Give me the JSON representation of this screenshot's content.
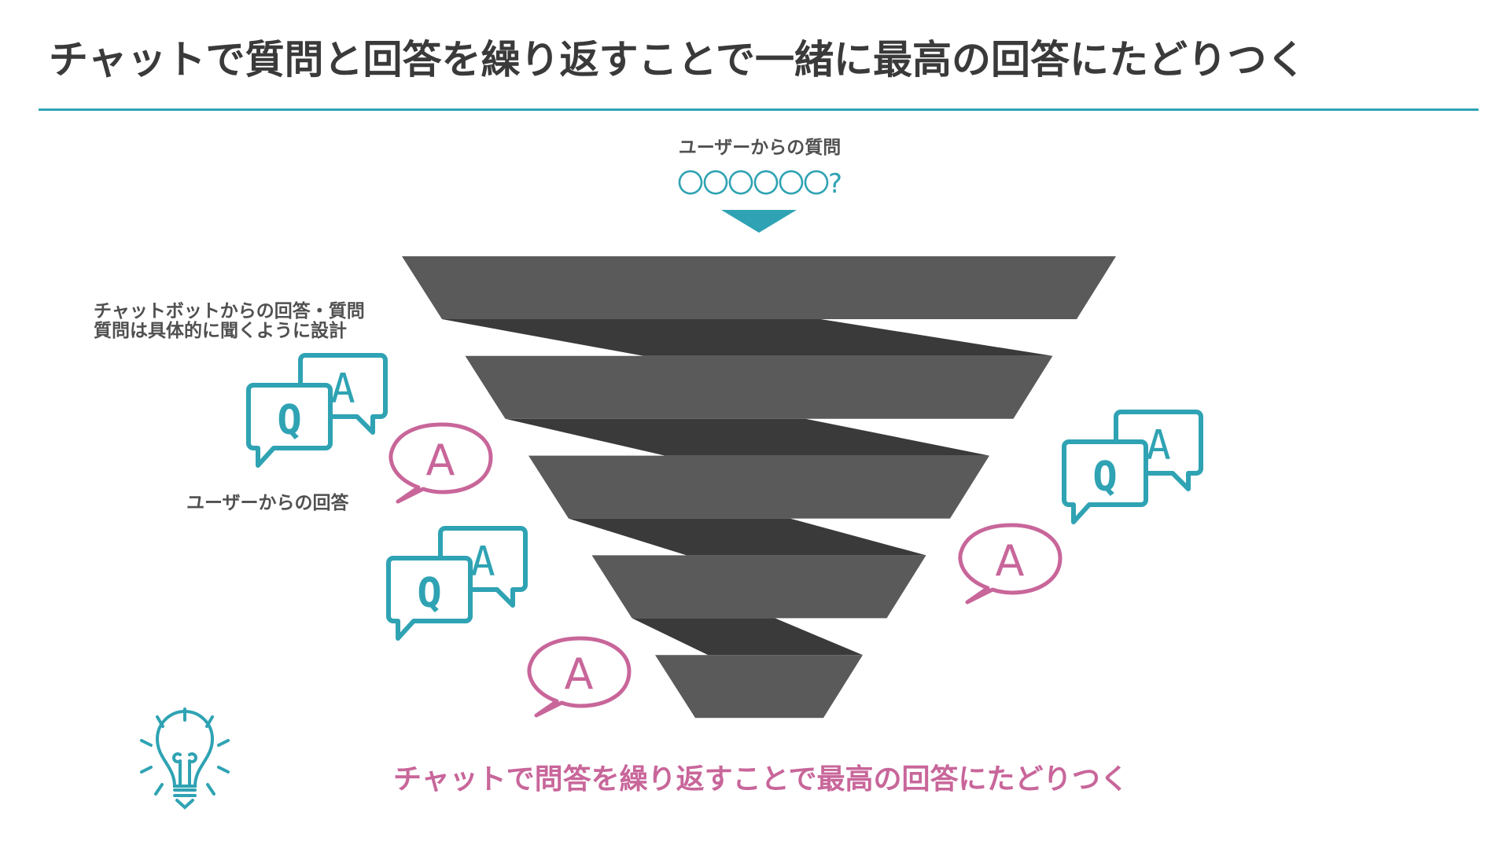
{
  "title": "チャットで質問と回答を繰り返すことで一緒に最高の回答にたどりつく",
  "user_question": {
    "label": "ユーザーからの質問",
    "marks": "〇〇〇〇〇〇?"
  },
  "chatbot_label": {
    "line1": "チャットボットからの回答・質問",
    "line2": "質問は具体的に聞くように設計"
  },
  "user_answer_label": "ユーザーからの回答",
  "icons": {
    "qa_q": "Q",
    "qa_a": "A",
    "answer": "A"
  },
  "funnel": {
    "levels": 5
  },
  "bottom_message": "チャットで問答を繰り返すことで最高の回答にたどりつく",
  "colors": {
    "teal": "#2fa3b3",
    "pink": "#c8669a",
    "bar": "#5a5a5a",
    "connector": "#3a3a3a",
    "text": "#3a3a3a"
  }
}
